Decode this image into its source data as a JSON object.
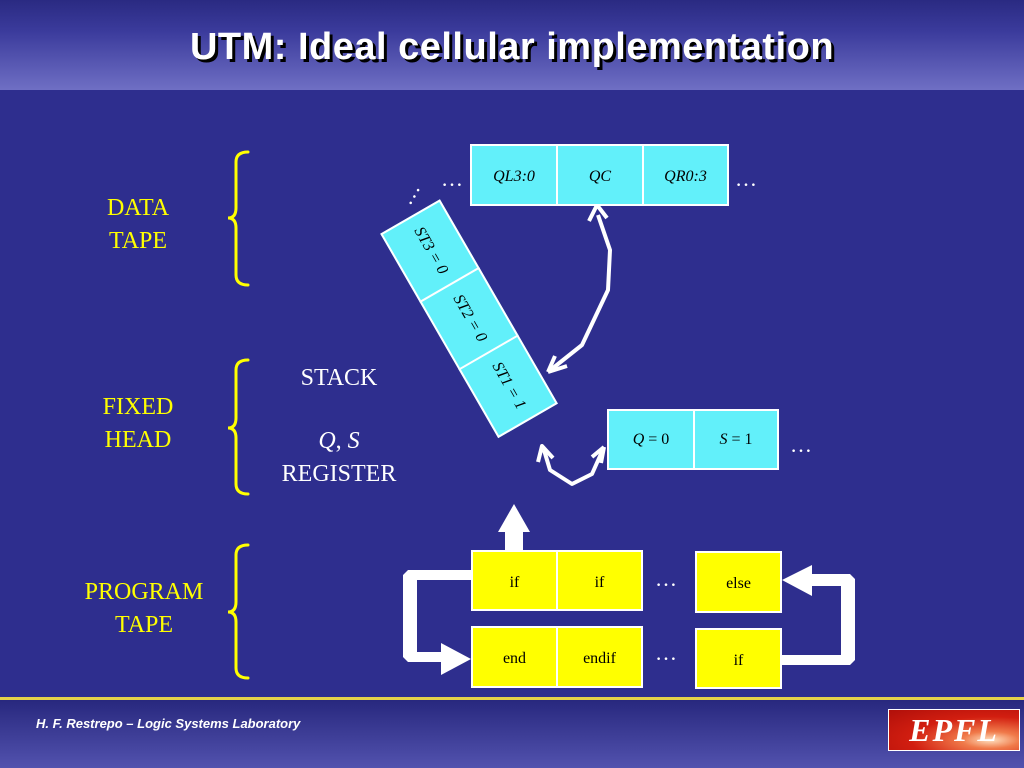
{
  "slide": {
    "title": "UTM: Ideal cellular implementation"
  },
  "footer": {
    "credit": "H. F. Restrepo – Logic Systems Laboratory",
    "logo_text": "EPFL"
  },
  "labels": {
    "data_tape": [
      "DATA",
      "TAPE"
    ],
    "fixed_head": [
      "FIXED",
      "HEAD"
    ],
    "program_tape": [
      "PROGRAM",
      "TAPE"
    ],
    "stack": "STACK",
    "qs_q": "Q",
    "qs_sep": ", ",
    "qs_s": "S",
    "register": "REGISTER"
  },
  "data_tape": {
    "cells": [
      "QL3:0",
      "QC",
      "QR0:3"
    ],
    "ellipsis_left": "…",
    "ellipsis_right": "…"
  },
  "stack": {
    "cells": [
      "ST3 = 0",
      "ST2 = 0",
      "ST1 = 1"
    ],
    "ellipsis": "…"
  },
  "register": {
    "q_name": "Q",
    "q_rest": " = 0",
    "s_name": "S",
    "s_rest": " = 1",
    "ellipsis": "…"
  },
  "program_tape": {
    "top_row": [
      "if",
      "if"
    ],
    "top_ellipsis": "…",
    "top_right": "else",
    "bottom_row": [
      "end",
      "endif"
    ],
    "bottom_ellipsis": "…",
    "bottom_right": "if"
  },
  "colors": {
    "background": "#2e2e8e",
    "accent": "#ffff00",
    "cell_cyan": "#62f0fa",
    "cell_yellow": "#ffff00"
  }
}
